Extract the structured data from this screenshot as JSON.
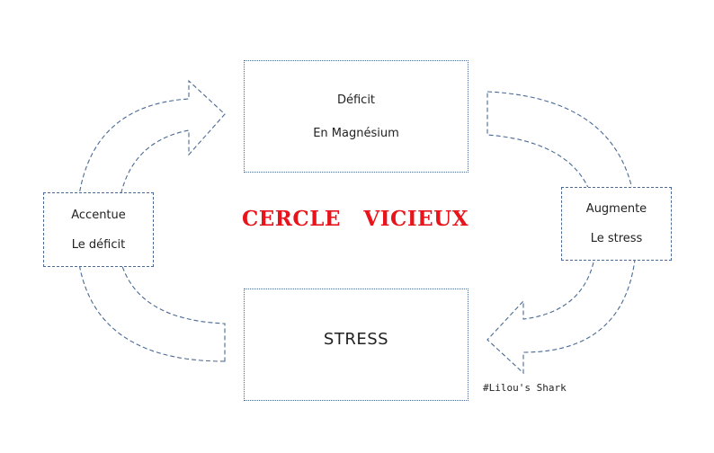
{
  "diagram": {
    "title": "CERCLE   VICIEUX",
    "nodes": {
      "deficit": {
        "line1": "Déficit",
        "line2": "En Magnésium"
      },
      "stress": {
        "line1": "STRESS"
      },
      "left": {
        "line1": "Accentue",
        "line2": "Le déficit"
      },
      "right": {
        "line1": "Augmente",
        "line2": "Le stress"
      }
    },
    "edges": [
      {
        "from": "deficit",
        "to": "stress",
        "via": "right",
        "direction": "clockwise"
      },
      {
        "from": "stress",
        "to": "deficit",
        "via": "left",
        "direction": "clockwise"
      }
    ],
    "signature": "#Lilou's Shark"
  },
  "colors": {
    "title": "#e8141c",
    "outline": "#4a6a94",
    "text": "#222222",
    "background": "#ffffff"
  }
}
